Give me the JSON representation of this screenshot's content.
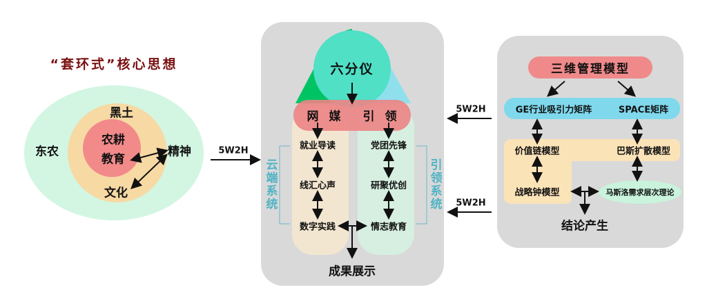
{
  "left": {
    "title": "“套环式”核心思想",
    "outer": "东农",
    "middle": "黑土",
    "inner1": "农耕",
    "inner2": "教育",
    "right": "精神",
    "bottom": "文化"
  },
  "arrows": {
    "a1": "5W2H",
    "a2": "5W2H",
    "a3": "5W2H"
  },
  "middle": {
    "top": "六分仪",
    "bar": [
      "网",
      "媒",
      "引",
      "领"
    ],
    "left_col": [
      "就业导读",
      "线汇心声",
      "数字实践"
    ],
    "right_col": [
      "党团先锋",
      "研聚优创",
      "情志教育"
    ],
    "left_system": "云端系统",
    "right_system": "引领系统",
    "result": "成果展示"
  },
  "right": {
    "top": "三维管理模型",
    "ge": "GE行业吸引力矩阵",
    "space": "SPACE矩阵",
    "value_chain": "价值链模型",
    "bass": "巴斯扩散模型",
    "clock": "战略钟模型",
    "maslow": "马斯洛需求层次理论",
    "conclusion": "结论产生"
  },
  "colors": {
    "title": "#7a1010",
    "panel": "#d9d9d9",
    "red": "#f08a8a",
    "blue": "#7fd8ec",
    "beige": "#fbe3b8",
    "green": "#c9f3dc",
    "system": "#4fb3c4"
  }
}
